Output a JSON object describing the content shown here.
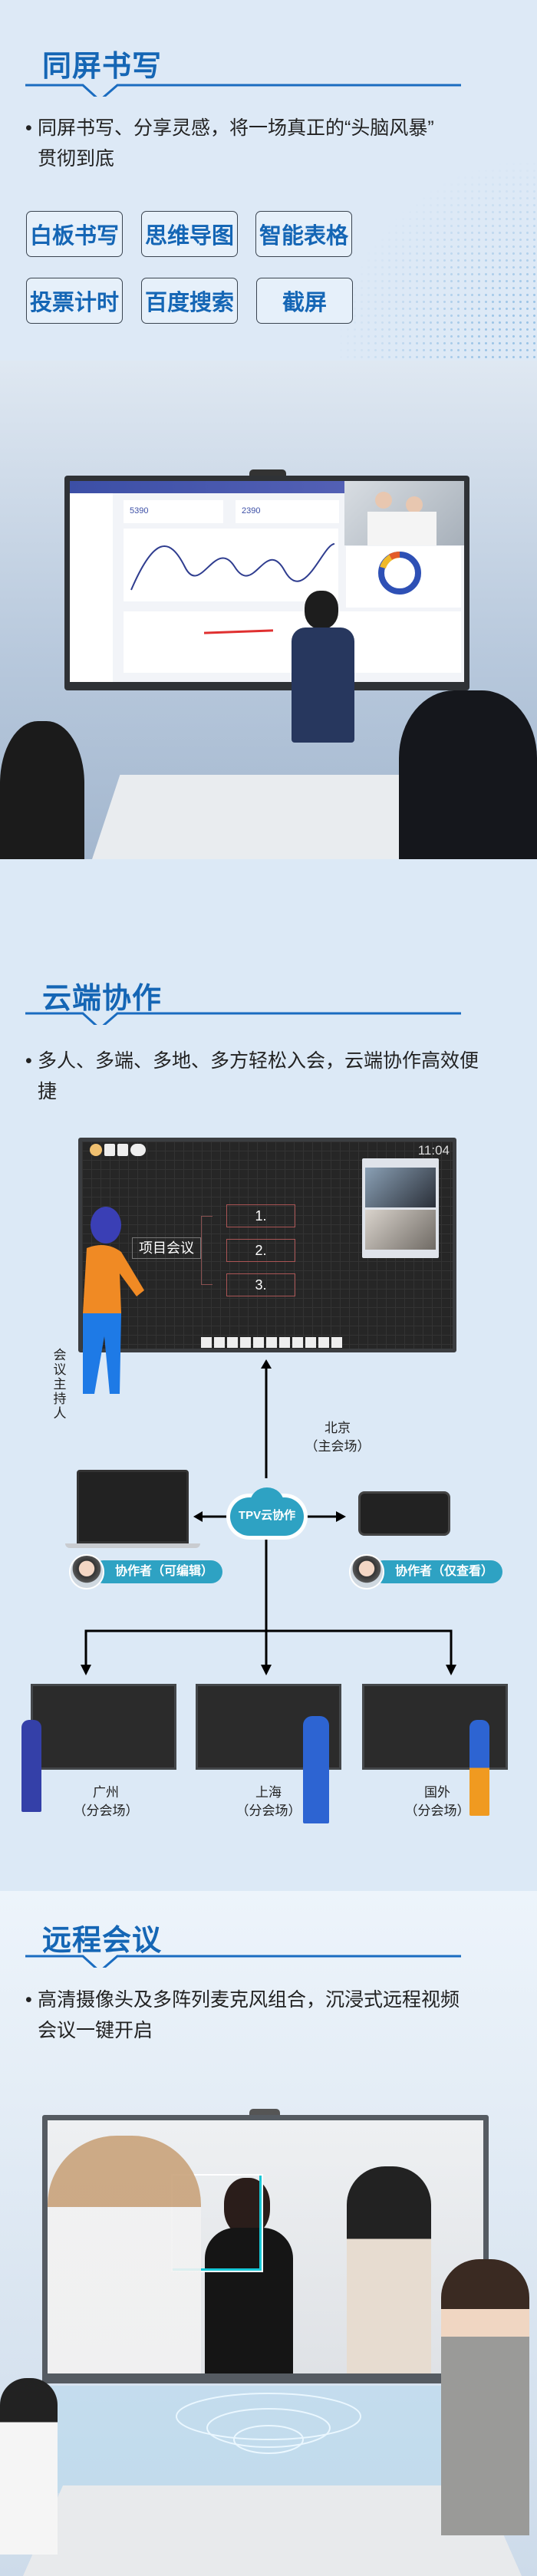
{
  "section1": {
    "title": "同屏书写",
    "bullet_line1": "同屏书写、分享灵感，将一场真正的“头脑风暴”",
    "bullet_line2": "贯彻到底",
    "features": [
      "白板书写",
      "思维导图",
      "智能表格",
      "投票计时",
      "百度搜索",
      "截屏"
    ],
    "screen_stats": [
      "5390",
      "2390"
    ]
  },
  "section2": {
    "title": "云端协作",
    "bullet": "多人、多端、多地、多方轻松入会，云端协作高效便捷",
    "whiteboard": {
      "clock": "11:04",
      "topic": "项目会议",
      "items": [
        "1.",
        "2.",
        "3."
      ]
    },
    "host_label": "会议主持人",
    "main_venue": {
      "city": "北京",
      "role": "（主会场）"
    },
    "cloud_label": "TPV云协作",
    "collaborator_edit": "协作者（可编辑）",
    "collaborator_view": "协作者（仅查看）",
    "branches": [
      {
        "city": "广州",
        "role": "（分会场）"
      },
      {
        "city": "上海",
        "role": "（分会场）"
      },
      {
        "city": "国外",
        "role": "（分会场）"
      }
    ]
  },
  "section3": {
    "title": "远程会议",
    "bullet_line1": "高清摄像头及多阵列麦克风组合，沉浸式远程视频",
    "bullet_line2": "会议一键开启"
  },
  "colors": {
    "accent": "#1566b5",
    "cloud": "#2ea2c3",
    "background": "#dce9f6"
  }
}
